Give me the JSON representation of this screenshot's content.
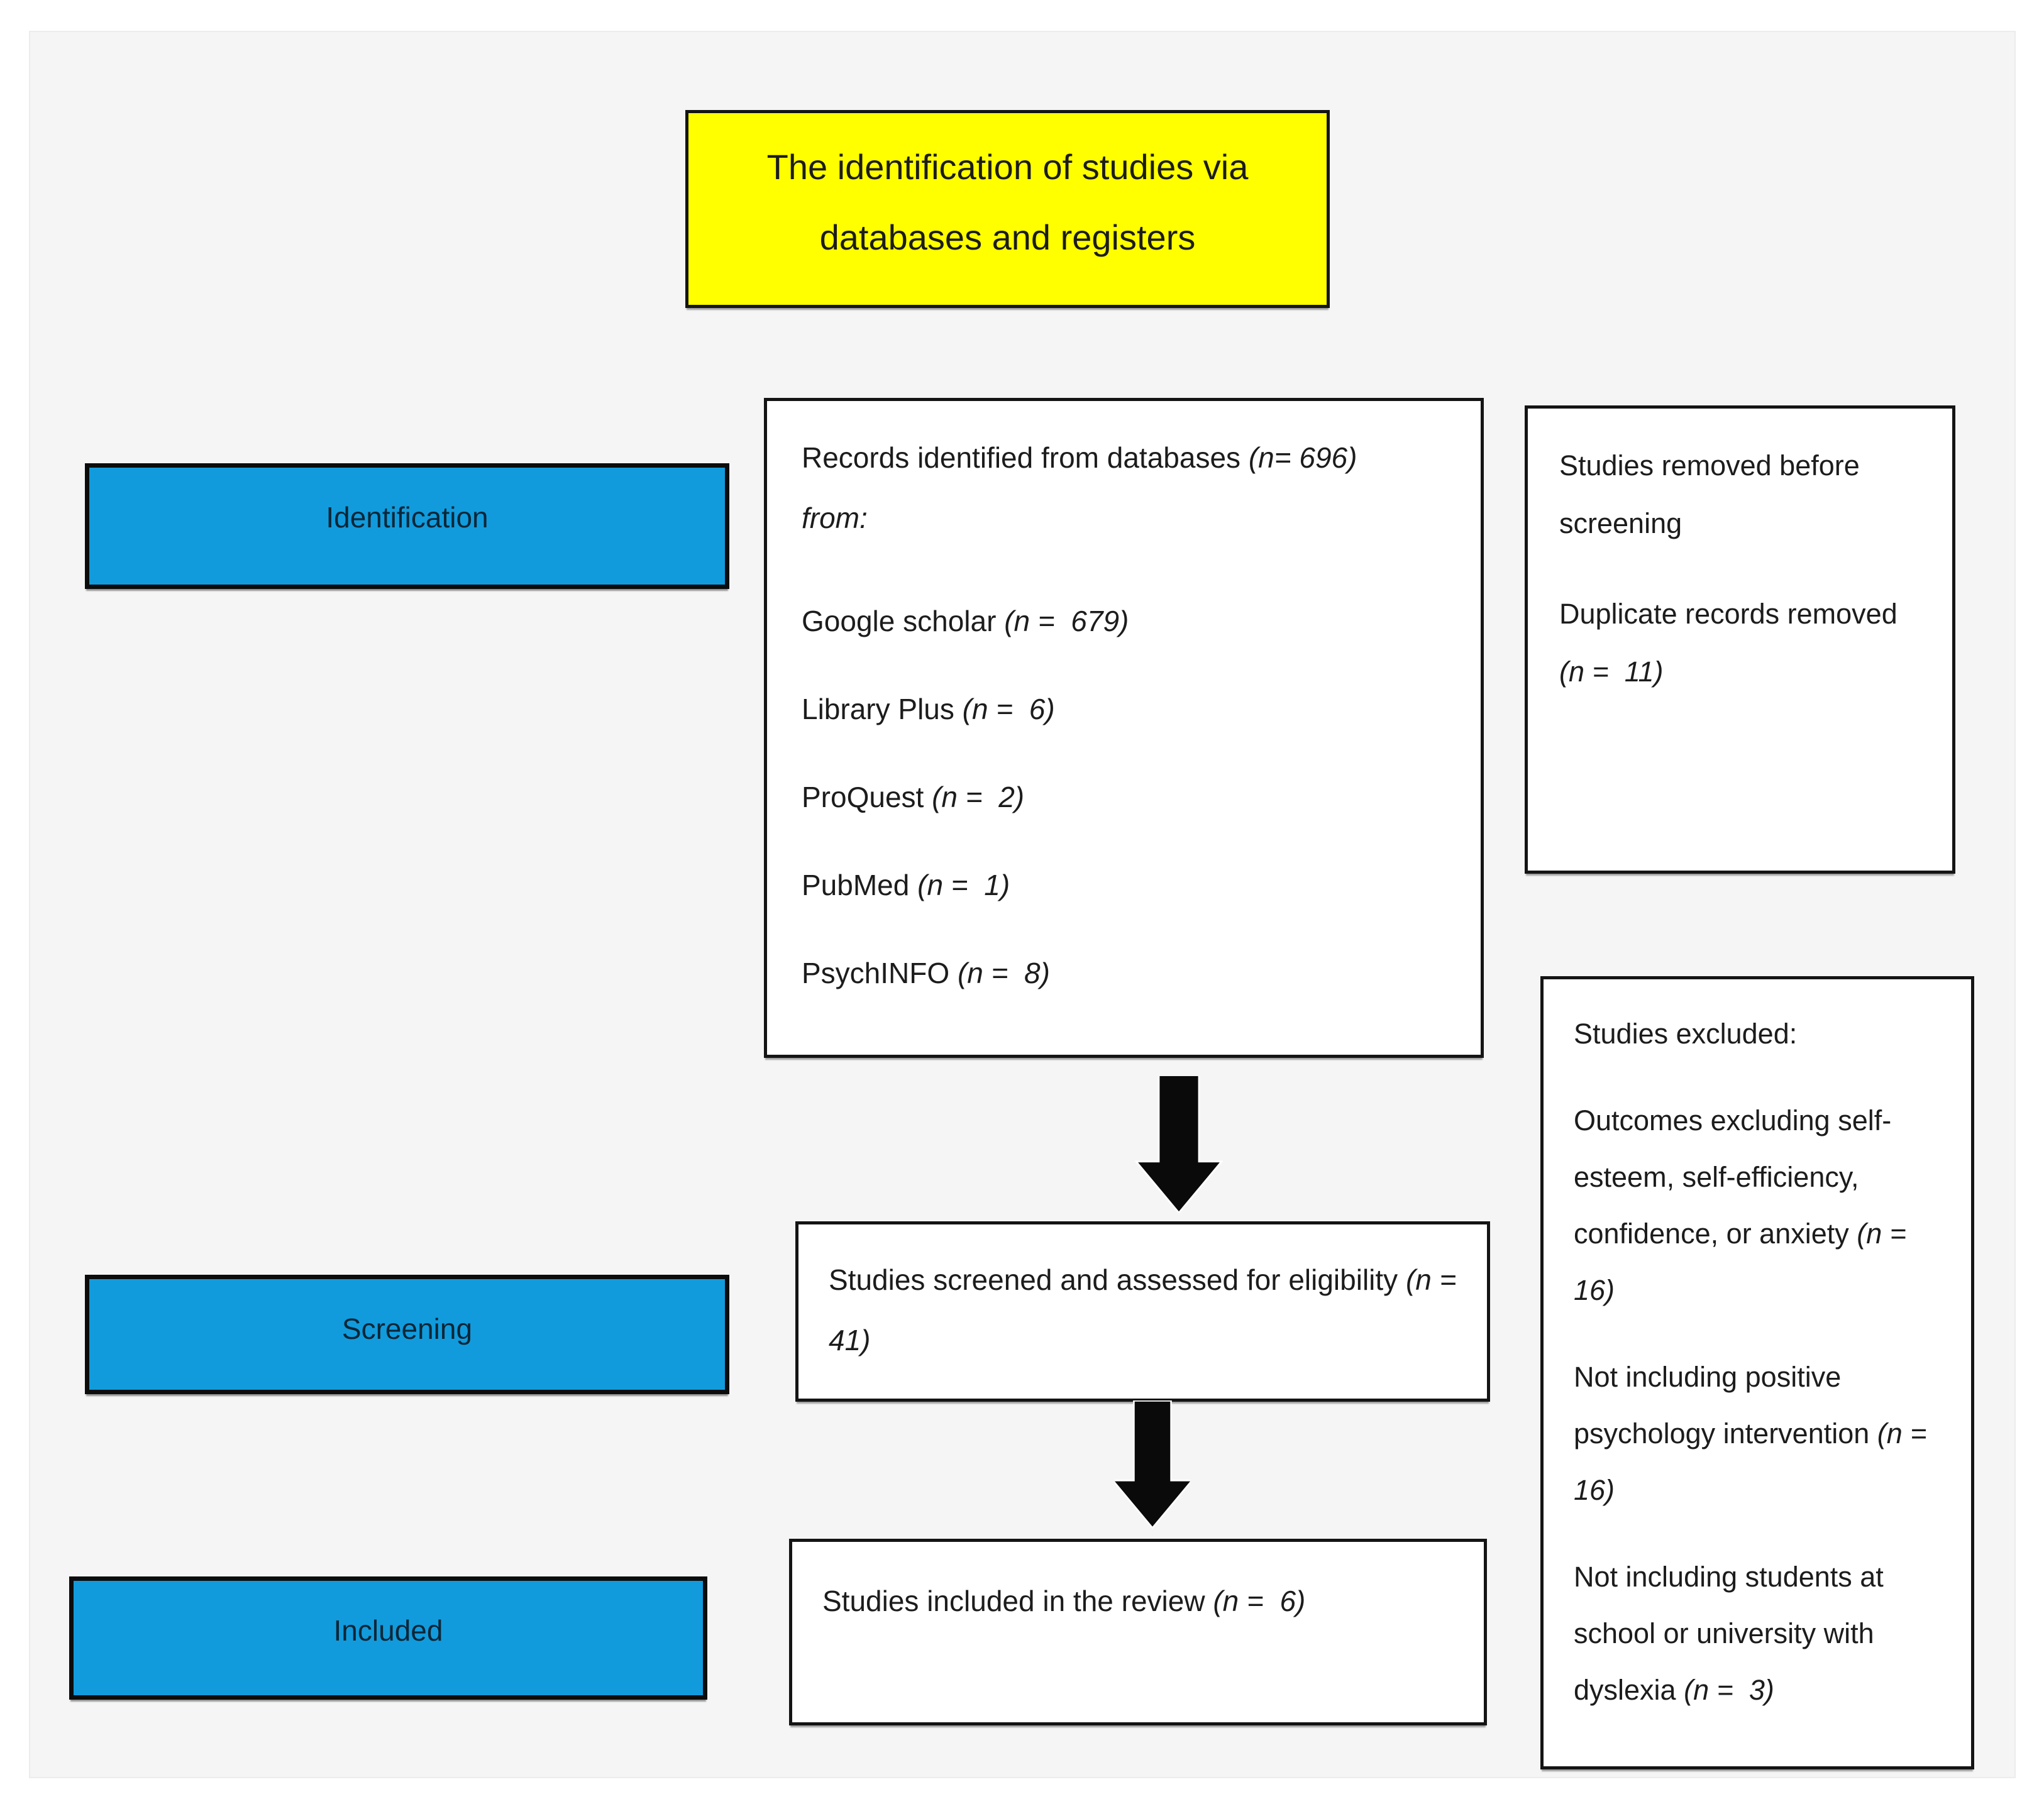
{
  "title": {
    "line1": "The identification of studies via",
    "line2": "databases and registers"
  },
  "colors": {
    "stage_fill": "#129bdc",
    "title_fill": "#ffff00",
    "panel_fill": "#f5f5f5",
    "arrow_fill": "#0a0a0a"
  },
  "stages": [
    {
      "label": "Identification"
    },
    {
      "label": "Screening"
    },
    {
      "label": "Included"
    }
  ],
  "records_box": {
    "intro": "Records identified from databases ",
    "intro_n": "(n= 696)",
    "from_word": "from:",
    "sources": [
      {
        "name": "Google scholar ",
        "n": "(n =  679)"
      },
      {
        "name": "Library Plus ",
        "n": "(n =  6)"
      },
      {
        "name": "ProQuest ",
        "n": "(n =  2)"
      },
      {
        "name": "PubMed ",
        "n": "(n =  1)"
      },
      {
        "name": "PsychINFO ",
        "n": "(n =  8)"
      }
    ]
  },
  "removed_box": {
    "title": "Studies removed before screening",
    "item": "Duplicate records removed ",
    "item_n": "(n =  11)"
  },
  "screening_box": {
    "text": "Studies screened and assessed for eligibility ",
    "n": "(n =  41)"
  },
  "included_box": {
    "text": "Studies included in the review ",
    "n": "(n =  6)"
  },
  "excluded_box": {
    "title": "Studies excluded:",
    "reasons": [
      {
        "text": "Outcomes excluding self-esteem, self-efficiency, confidence, or anxiety ",
        "n": "(n =  16)"
      },
      {
        "text": "Not including positive psychology intervention ",
        "n": "(n =  16)"
      },
      {
        "text": "Not including students at school or university with dyslexia ",
        "n": "(n =  3)"
      }
    ]
  }
}
